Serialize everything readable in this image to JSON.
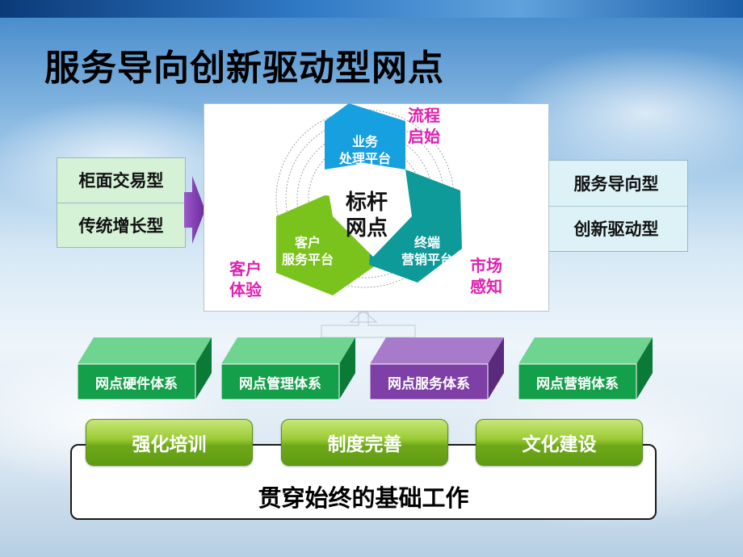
{
  "title": "服务导向创新驱动型网点",
  "left_box": {
    "line1": "柜面交易型",
    "line2": "传统增长型"
  },
  "right_box": {
    "line1": "服务导向型",
    "line2": "创新驱动型"
  },
  "diagram": {
    "center": {
      "line1": "标杆",
      "line2": "网点"
    },
    "segments": [
      {
        "line1": "业务",
        "line2": "处理平台",
        "color": "#17a0df"
      },
      {
        "line1": "客户",
        "line2": "服务平台",
        "color": "#7ac21c"
      },
      {
        "line1": "终端",
        "line2": "营销平台",
        "color": "#0f9a9a"
      }
    ],
    "labels": {
      "top": {
        "line1": "流程",
        "line2": "启始"
      },
      "left": {
        "line1": "客户",
        "line2": "体验"
      },
      "right": {
        "line1": "市场",
        "line2": "感知"
      }
    },
    "label_color": "#e020b0"
  },
  "systems": [
    {
      "label": "网点硬件体系",
      "color": "#14a04a"
    },
    {
      "label": "网点管理体系",
      "color": "#14a04a"
    },
    {
      "label": "网点服务体系",
      "color": "#7e3fa6"
    },
    {
      "label": "网点营销体系",
      "color": "#14a04a"
    }
  ],
  "foundation": {
    "items": [
      "强化培训",
      "制度完善",
      "文化建设"
    ],
    "label": "贯穿始终的基础工作"
  }
}
